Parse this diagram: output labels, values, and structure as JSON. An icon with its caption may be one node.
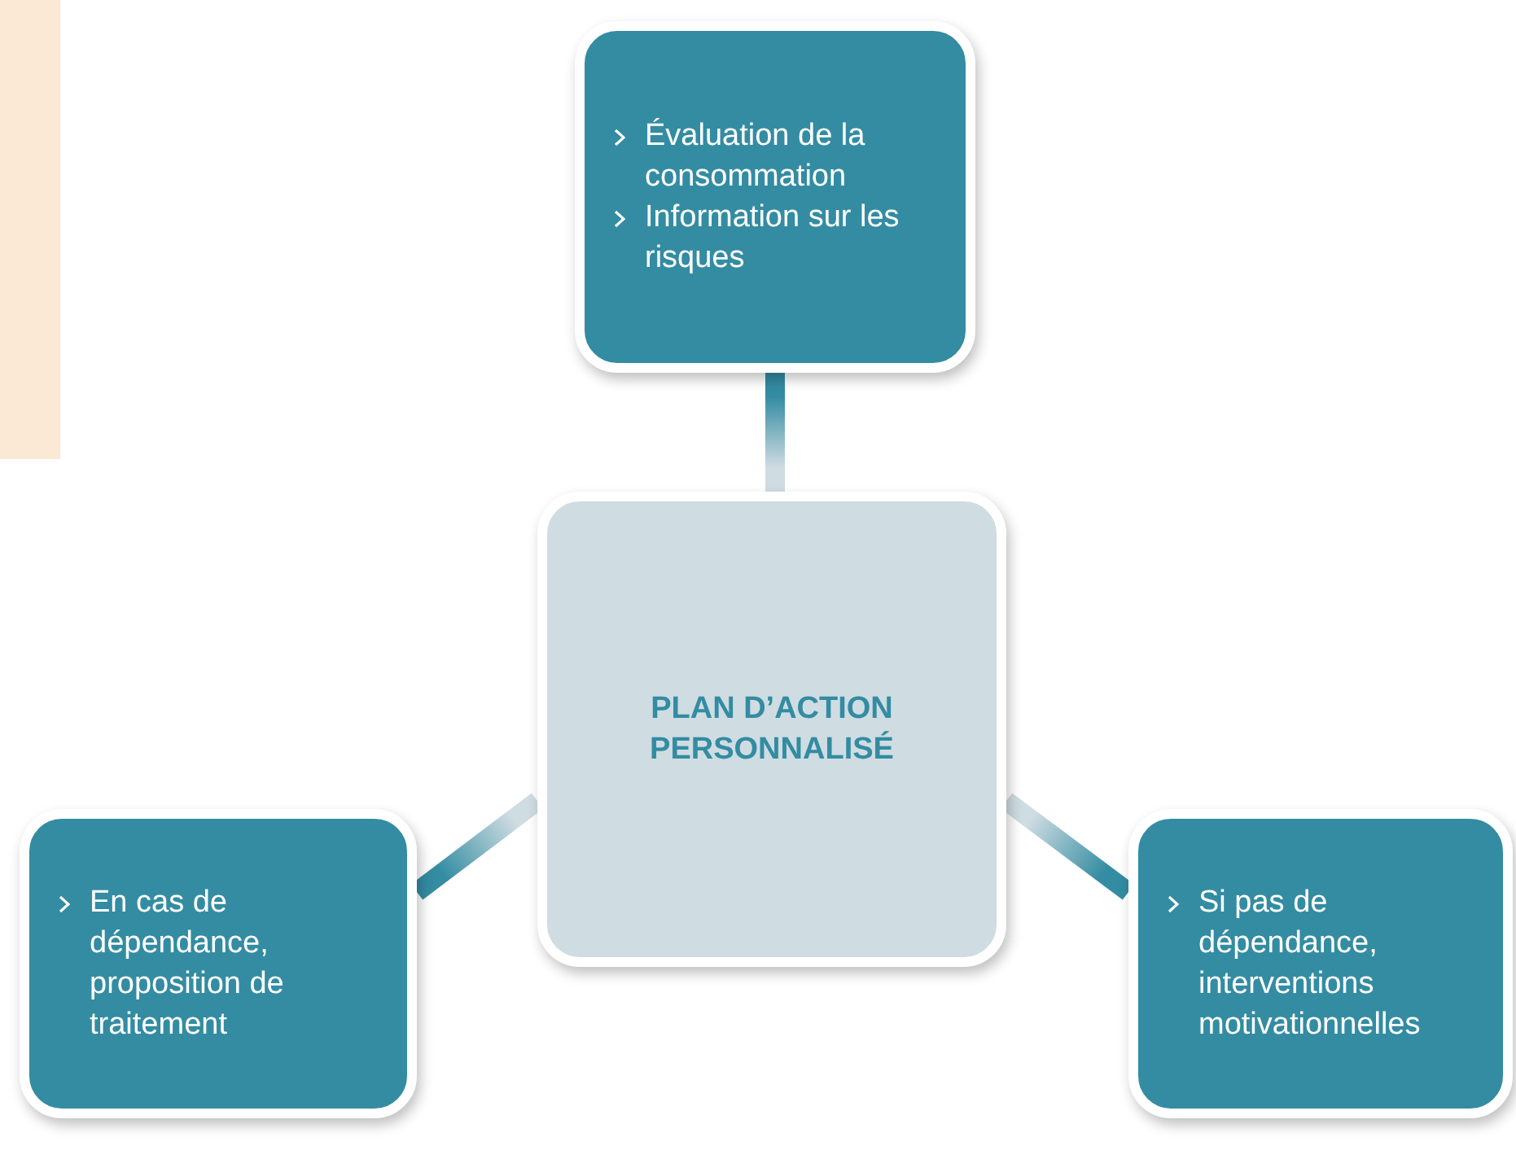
{
  "diagram": {
    "nodes": [
      {
        "text": [
          "Évaluation de la consommation",
          "Information sur les risques"
        ]
      },
      {
        "text": [
          "PLAN D’ACTION PERSONNALISÉ"
        ]
      },
      {
        "text": [
          "En cas de dépendance, proposition de traitement"
        ]
      },
      {
        "text": [
          "Si pas de dépendance, interventions motivationnelles"
        ]
      }
    ],
    "edges": [
      {
        "from": 0,
        "to": 1,
        "arrow": "none",
        "style": "thick"
      },
      {
        "from": 2,
        "to": 1,
        "arrow": "none",
        "style": "thick"
      },
      {
        "from": 1,
        "to": 3,
        "arrow": "none",
        "style": "thick"
      }
    ]
  }
}
